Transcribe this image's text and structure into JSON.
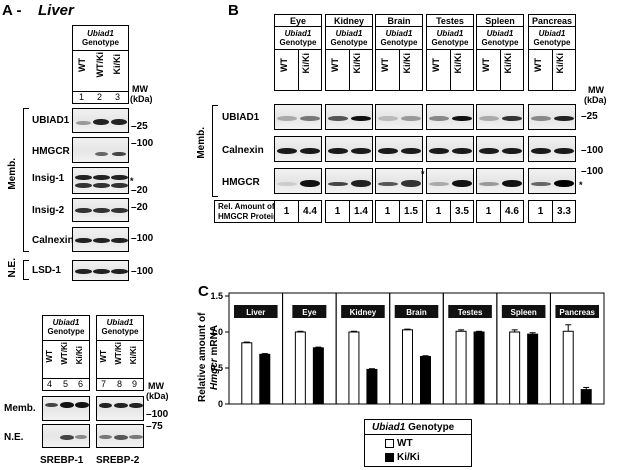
{
  "panel_a": {
    "letter": "A - ",
    "title": "Liver",
    "gene": "Ubiad1",
    "genotype": "Genotype",
    "lanes_top": [
      "WT",
      "WT/Ki",
      "Ki/Ki"
    ],
    "lane_nums_top": [
      "1",
      "2",
      "3"
    ],
    "mw": "MW",
    "kda": "(kDa)",
    "memb": "Memb.",
    "ne": "N.E.",
    "rows": [
      "UBIAD1",
      "HMGCR",
      "Insig-1",
      "Insig-2",
      "Calnexin",
      "LSD-1"
    ],
    "markers": [
      "25",
      "100",
      "20",
      "20",
      "100",
      "100"
    ],
    "lower": {
      "gene": "Ubiad1",
      "genotype": "Genotype",
      "lanes": [
        "WT",
        "WT/Ki",
        "Ki/Ki"
      ],
      "lane_nums_left": [
        "4",
        "5",
        "6"
      ],
      "lane_nums_right": [
        "7",
        "8",
        "9"
      ],
      "memb": "Memb.",
      "ne": "N.E.",
      "marker_100": "100",
      "marker_75": "75",
      "srebp1": "SREBP-1",
      "srebp2": "SREBP-2"
    }
  },
  "panel_b": {
    "letter": "B",
    "gene": "Ubiad1",
    "genotype": "Genotype",
    "tissues": [
      "Eye",
      "Kidney",
      "Brain",
      "Testes",
      "Spleen",
      "Pancreas"
    ],
    "lanes": [
      "WT",
      "Ki/Ki"
    ],
    "memb": "Memb.",
    "rows": [
      "UBIAD1",
      "Calnexin",
      "HMGCR"
    ],
    "mw": "MW",
    "kda": "(kDa)",
    "markers": [
      "25",
      "100",
      "100"
    ],
    "asterisk": "*",
    "rel_label_1": "Rel. Amount of",
    "rel_label_2": "HMGCR Protein",
    "rel_values": [
      [
        "1",
        "4.4"
      ],
      [
        "1",
        "1.4"
      ],
      [
        "1",
        "1.5"
      ],
      [
        "1",
        "3.5"
      ],
      [
        "1",
        "4.6"
      ],
      [
        "1",
        "3.3"
      ]
    ]
  },
  "panel_c": {
    "letter": "C",
    "ylabel_1": "Relative amount of",
    "ylabel_2_italic": "Hmgcr",
    "ylabel_2_rest": " mRNA",
    "yticks": [
      "0",
      "0.5",
      "1.0",
      "1.5"
    ],
    "legend_title_italic": "Ubiad1",
    "legend_title_rest": " Genotype",
    "legend_wt": "WT",
    "legend_ki": "Ki/Ki"
  },
  "chart_data": {
    "type": "bar",
    "categories": [
      "Liver",
      "Eye",
      "Kidney",
      "Brain",
      "Testes",
      "Spleen",
      "Pancreas"
    ],
    "series": [
      {
        "name": "WT",
        "values": [
          0.85,
          1.0,
          1.0,
          1.03,
          1.01,
          1.0,
          1.01
        ],
        "errors": [
          0.01,
          0.01,
          0.01,
          0.01,
          0.02,
          0.03,
          0.09
        ]
      },
      {
        "name": "Ki/Ki",
        "values": [
          0.69,
          0.78,
          0.48,
          0.66,
          1.0,
          0.97,
          0.2
        ],
        "errors": [
          0.01,
          0.01,
          0.01,
          0.01,
          0.01,
          0.02,
          0.03
        ]
      }
    ],
    "ylim": [
      0,
      1.5
    ],
    "colors": {
      "WT": "#ffffff",
      "Ki/Ki": "#000000"
    }
  }
}
